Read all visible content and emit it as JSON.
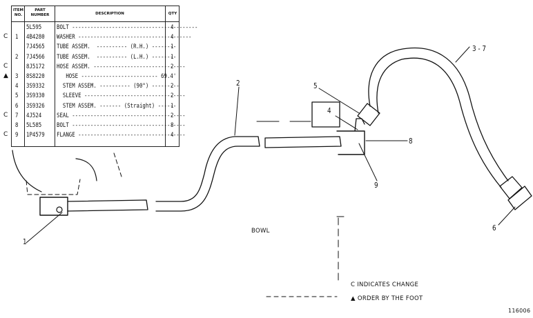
{
  "table": {
    "headers": {
      "item_no": "ITEM NO.",
      "part_number": "PART NUMBER",
      "description": "DESCRIPTION",
      "qty": "QTY"
    },
    "rows": [
      {
        "change": "",
        "item": "",
        "part": "5L595",
        "desc": "BOLT -----------------------------------------",
        "qty": "4"
      },
      {
        "change": "C",
        "item": "1",
        "part": "4B4280",
        "desc": "WASHER -------------------------------------",
        "qty": "4"
      },
      {
        "change": "",
        "item": "",
        "part": "7J4565",
        "desc": "TUBE ASSEM.  ---------- (R.H.) --------",
        "qty": "1"
      },
      {
        "change": "",
        "item": "2",
        "part": "7J4566",
        "desc": "TUBE ASSEM.  ---------- (L.H.) --------",
        "qty": "1"
      },
      {
        "change": "C",
        "item": "",
        "part": "8J5172",
        "desc": "HOSE ASSEM. ------------------------------",
        "qty": "2"
      },
      {
        "change": "▲",
        "item": "3",
        "part": "8S8220",
        "desc": "   HOSE ------------------------- 69.4'",
        "qty": ""
      },
      {
        "change": "",
        "item": "4",
        "part": "3S9332",
        "desc": "  STEM ASSEM. ---------- (90°) ---------",
        "qty": "2"
      },
      {
        "change": "",
        "item": "5",
        "part": "3S9330",
        "desc": "  SLEEVE ---------------------------------",
        "qty": "2"
      },
      {
        "change": "",
        "item": "6",
        "part": "3S9326",
        "desc": "  STEM ASSEM. ------- (Straight) ------",
        "qty": "1"
      },
      {
        "change": "C",
        "item": "7",
        "part": "4J524",
        "desc": "SEAL -------------------------------------",
        "qty": "2"
      },
      {
        "change": "",
        "item": "8",
        "part": "5L585",
        "desc": "BOLT -------------------------------------",
        "qty": "8"
      },
      {
        "change": "C",
        "item": "9",
        "part": "1P4579",
        "desc": "FLANGE -----------------------------------",
        "qty": "4"
      }
    ]
  },
  "callouts": {
    "c1": "1",
    "c2": "2",
    "c3": "3 - 7",
    "c4": "4",
    "c5": "5",
    "c6": "6",
    "c8": "8",
    "c9": "9"
  },
  "labels": {
    "bowl": "BOWL",
    "legend_change": "C INDICATES CHANGE",
    "legend_foot": "▲ ORDER BY THE FOOT",
    "figure_id": "116006"
  }
}
